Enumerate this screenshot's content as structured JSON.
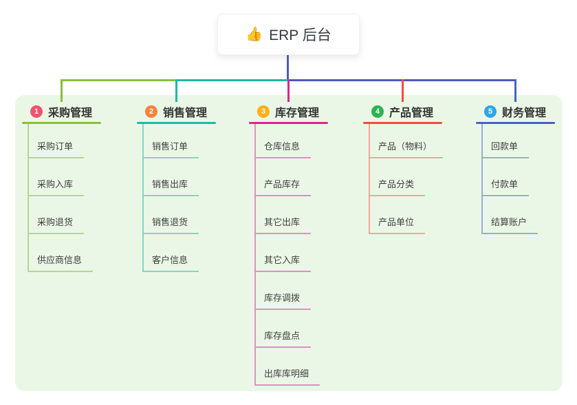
{
  "root": {
    "icon": "👍",
    "label": "ERP 后台"
  },
  "colors": {
    "stem": "#4b5ac1",
    "canvas": "#ebf7e6"
  },
  "branches": [
    {
      "badge": "1",
      "label": "采购管理",
      "badge_color": "#f5506e",
      "color": "#85c13d",
      "child_color": "#b3d88c",
      "children": [
        "采购订单",
        "采购入库",
        "采购退货",
        "供应商信息"
      ]
    },
    {
      "badge": "2",
      "label": "销售管理",
      "badge_color": "#f6823b",
      "color": "#1fb7a8",
      "child_color": "#84d4c9",
      "children": [
        "销售订单",
        "销售出库",
        "销售退货",
        "客户信息"
      ]
    },
    {
      "badge": "3",
      "label": "库存管理",
      "badge_color": "#fbb017",
      "color": "#d9278e",
      "child_color": "#ec89c1",
      "children": [
        "仓库信息",
        "产品库存",
        "其它出库",
        "其它入库",
        "库存调拨",
        "库存盘点",
        "出库库明细"
      ]
    },
    {
      "badge": "4",
      "label": "产品管理",
      "badge_color": "#2ab551",
      "color": "#f04c40",
      "child_color": "#f6a49d",
      "children": [
        "产品（物料）",
        "产品分类",
        "产品单位"
      ]
    },
    {
      "badge": "5",
      "label": "财务管理",
      "badge_color": "#2ca7e9",
      "color": "#4763c6",
      "child_color": "#97a9df",
      "children": [
        "回款单",
        "付款单",
        "结算账户"
      ]
    }
  ]
}
